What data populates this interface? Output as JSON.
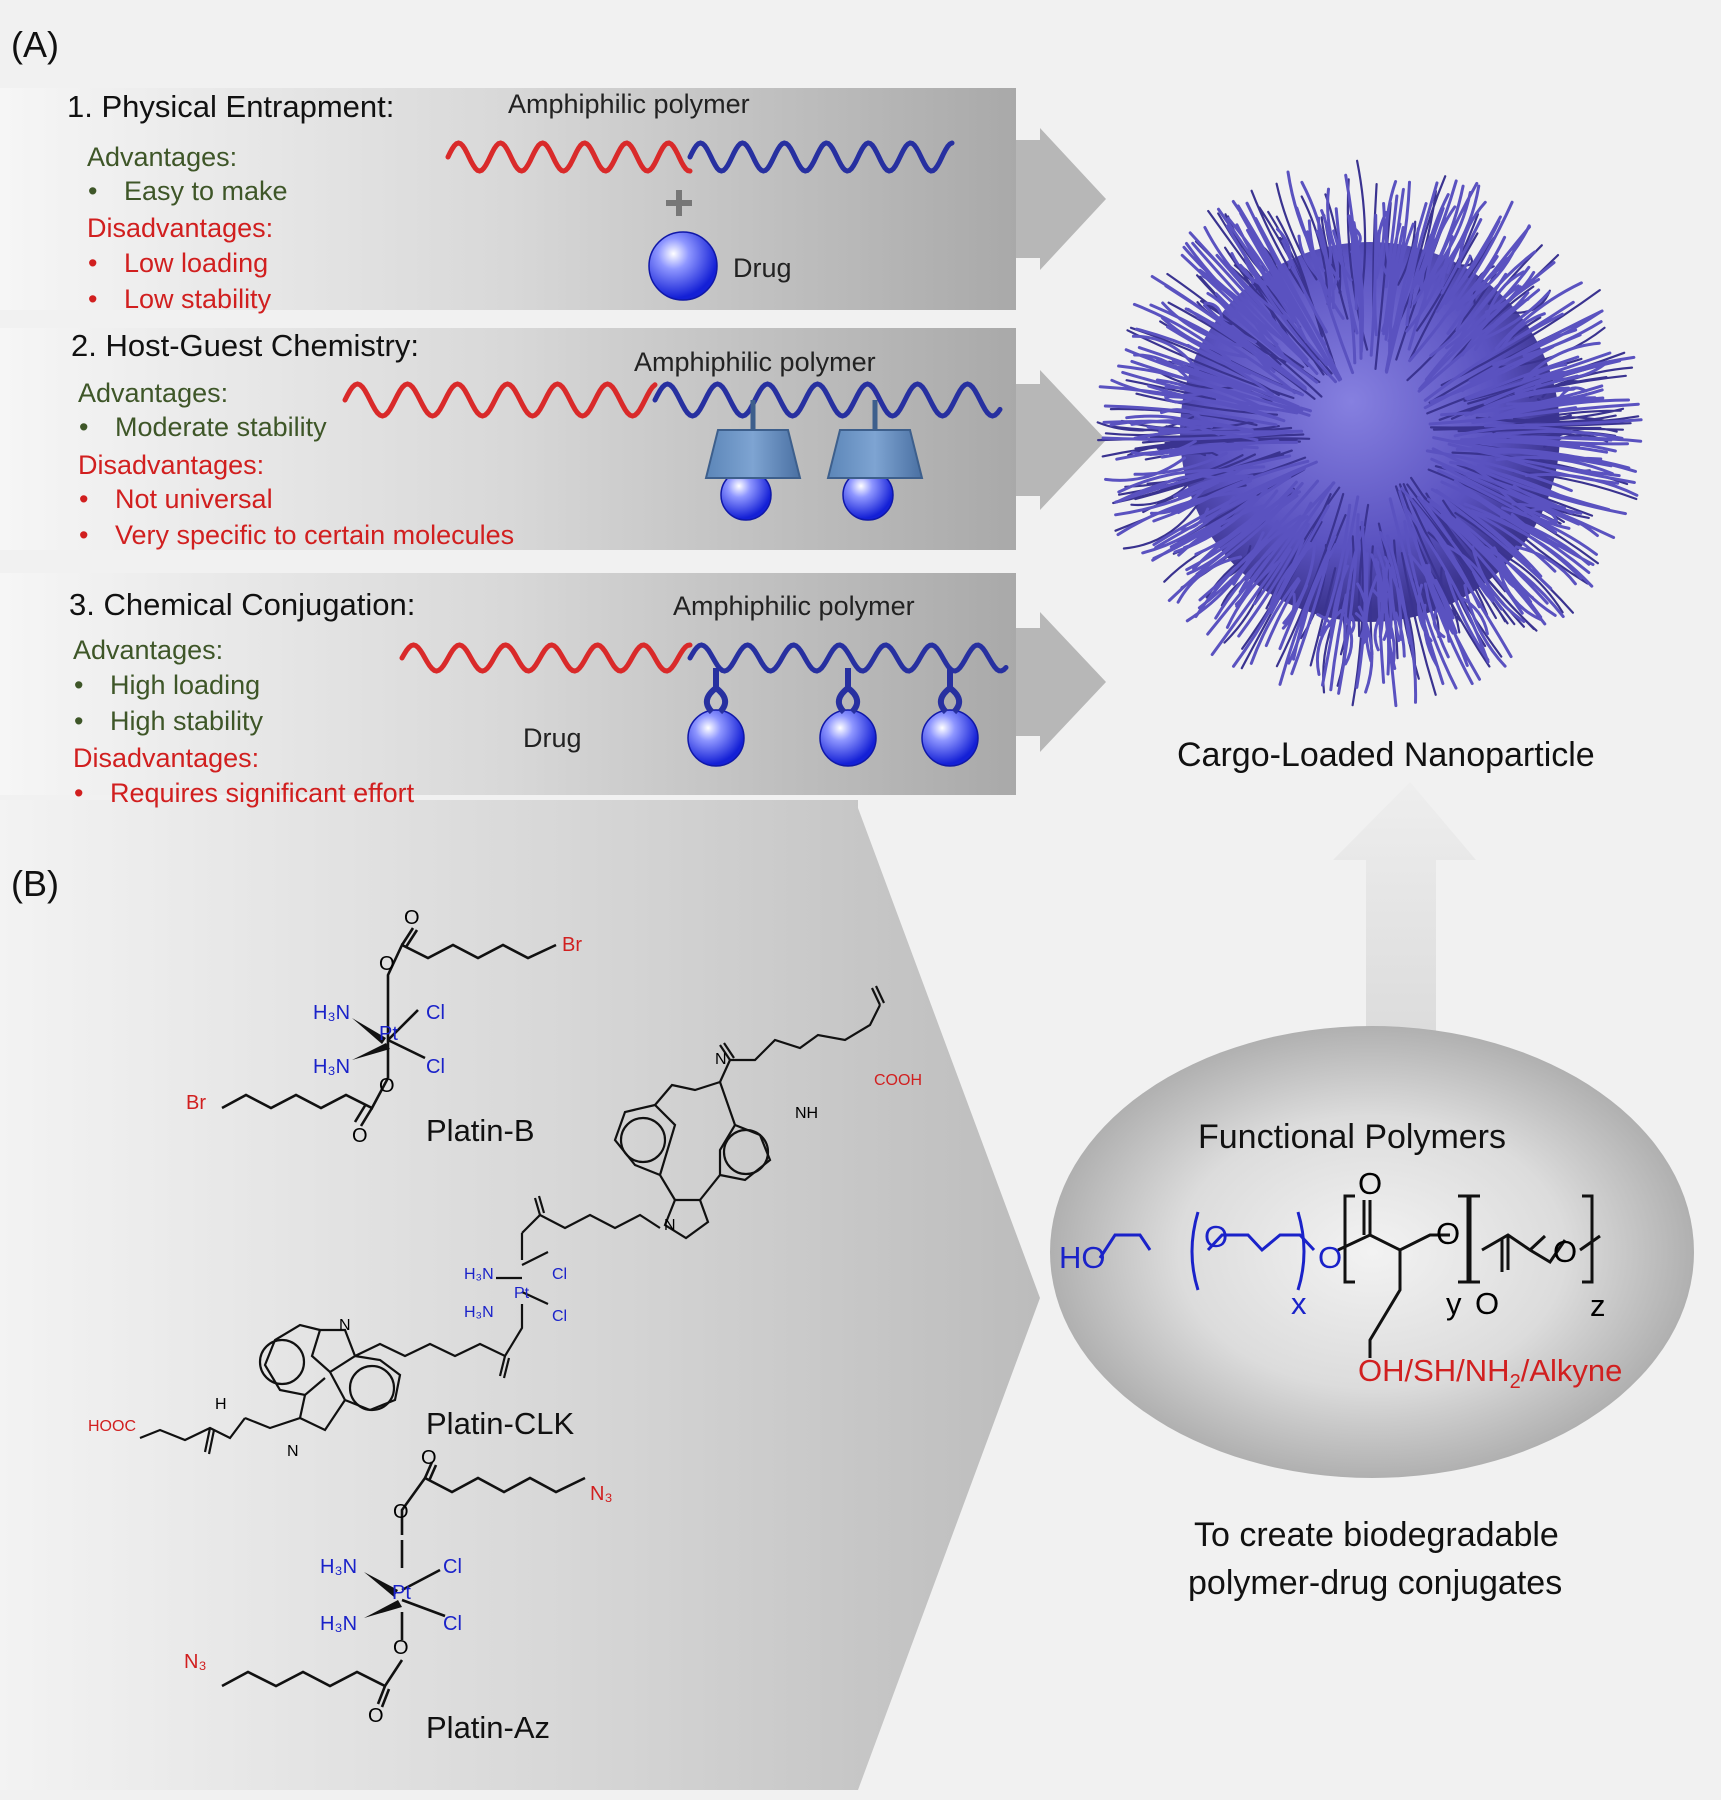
{
  "panel_a": {
    "label": "(A)",
    "methods": [
      {
        "title": "1. Physical Entrapment:",
        "polymer_label": "Amphiphilic polymer",
        "drug_label": "Drug",
        "advantages_label": "Advantages:",
        "advantages": [
          "Easy to make"
        ],
        "disadvantages_label": "Disadvantages:",
        "disadvantages": [
          "Low loading",
          "Low stability"
        ]
      },
      {
        "title": "2. Host-Guest Chemistry:",
        "polymer_label": "Amphiphilic polymer",
        "advantages_label": "Advantages:",
        "advantages": [
          "Moderate stability"
        ],
        "disadvantages_label": "Disadvantages:",
        "disadvantages": [
          "Not universal",
          "Very specific to certain molecules"
        ]
      },
      {
        "title": "3. Chemical Conjugation:",
        "polymer_label": "Amphiphilic polymer",
        "drug_label": "Drug",
        "advantages_label": "Advantages:",
        "advantages": [
          "High loading",
          "High stability"
        ],
        "disadvantages_label": "Disadvantages:",
        "disadvantages": [
          "Requires significant effort"
        ]
      }
    ],
    "nanoparticle_caption": "Cargo-Loaded Nanoparticle"
  },
  "panel_b": {
    "label": "(B)",
    "molecules": [
      "Platin-B",
      "Platin-CLK",
      "Platin-Az"
    ],
    "functional_polymers": {
      "title": "Functional Polymers",
      "peg_end": "HO",
      "repeat_x": "x",
      "repeat_y": "y",
      "repeat_z": "z",
      "functional_groups_prefix": "OH/SH/NH",
      "functional_groups_sub": "2",
      "functional_groups_suffix": "/Alkyne"
    },
    "caption_line1": "To create biodegradable",
    "caption_line2": "polymer-drug conjugates"
  },
  "chem_labels": {
    "O": "O",
    "Br": "Br",
    "Cl": "Cl",
    "Pt": "Pt",
    "H": "H",
    "H3N": "H₃N",
    "NH": "NH",
    "N": "N",
    "COOH": "COOH",
    "HOOC": "HOOC",
    "N3": "N₃"
  },
  "colors": {
    "red_block": "#d92a2a",
    "blue_block": "#2730a0",
    "advantage_green": "#3e5628",
    "disadvantage_red": "#d11f1f",
    "drug_blue": "#2f3ef0",
    "nanoparticle": "#5a52c0",
    "chem_blue": "#1a22c9",
    "chem_red": "#d11f1f"
  }
}
